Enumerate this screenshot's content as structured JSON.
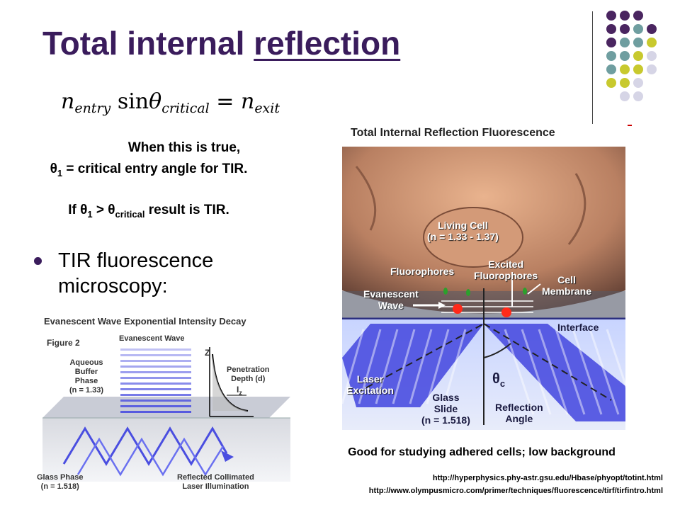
{
  "title": {
    "prefix": "Total internal ",
    "underlined": "reflection"
  },
  "equation": {
    "n": "n",
    "entry": "entry",
    "sin": "sin",
    "theta": "θ",
    "critical": "critical",
    "equals": "=",
    "exit": "exit"
  },
  "text": {
    "line1": "When this is true,",
    "line2_theta": "θ",
    "line2_sub": "1",
    "line2_rest": " = critical entry angle for TIR.",
    "line3_if": "If θ",
    "line3_sub1": "1",
    "line3_gt": " > θ",
    "line3_sub2": "critical",
    "line3_rest": " result is TIR."
  },
  "bullet": {
    "text": "TIR fluorescence microscopy:"
  },
  "figure_left": {
    "title": "Evanescent Wave Exponential Intensity Decay",
    "figure_label": "Figure 2",
    "evanescent_wave": "Evanescent Wave",
    "aqueous": "Aqueous",
    "buffer": "Buffer",
    "phase": "Phase",
    "aq_n": "(n = 1.33)",
    "z_axis": "Z",
    "iz_label": "I",
    "iz_sub": "z",
    "penetration": "Penetration",
    "depth": "Depth (d)",
    "glass_phase": "Glass Phase",
    "glass_n": "(n = 1.518)",
    "reflected1": "Reflected Collimated",
    "reflected2": "Laser Illumination"
  },
  "figure_right": {
    "title": "Total Internal Reflection Fluorescence",
    "living_cell": "Living Cell",
    "living_n": "(n = 1.33 - 1.37)",
    "fluorophores": "Fluorophores",
    "excited1": "Excited",
    "excited2": "Fluorophores",
    "cell1": "Cell",
    "cell2": "Membrane",
    "evanescent1": "Evanescent",
    "evanescent2": "Wave",
    "interface": "Interface",
    "laser1": "Laser",
    "laser2": "Excitation",
    "glass1": "Glass",
    "glass2": "Slide",
    "glass_n": "(n = 1.518)",
    "theta": "θ",
    "theta_sub": "c",
    "reflection1": "Reflection",
    "reflection2": "Angle"
  },
  "caption": "Good for studying adhered cells; low background",
  "urls": [
    "http://hyperphysics.phy-astr.gsu.edu/Hbase/phyopt/totint.html",
    "http://www.olympusmicro.com/primer/techniques/fluorescence/tirf/tirfintro.html"
  ],
  "colors": {
    "title": "#3a1c5c",
    "dot_purple": "#4a2560",
    "dot_teal": "#6f9ea0",
    "dot_olive": "#c8c92e",
    "dot_lavender": "#d6d5e6",
    "blue_wave": "#4a4ee0"
  }
}
